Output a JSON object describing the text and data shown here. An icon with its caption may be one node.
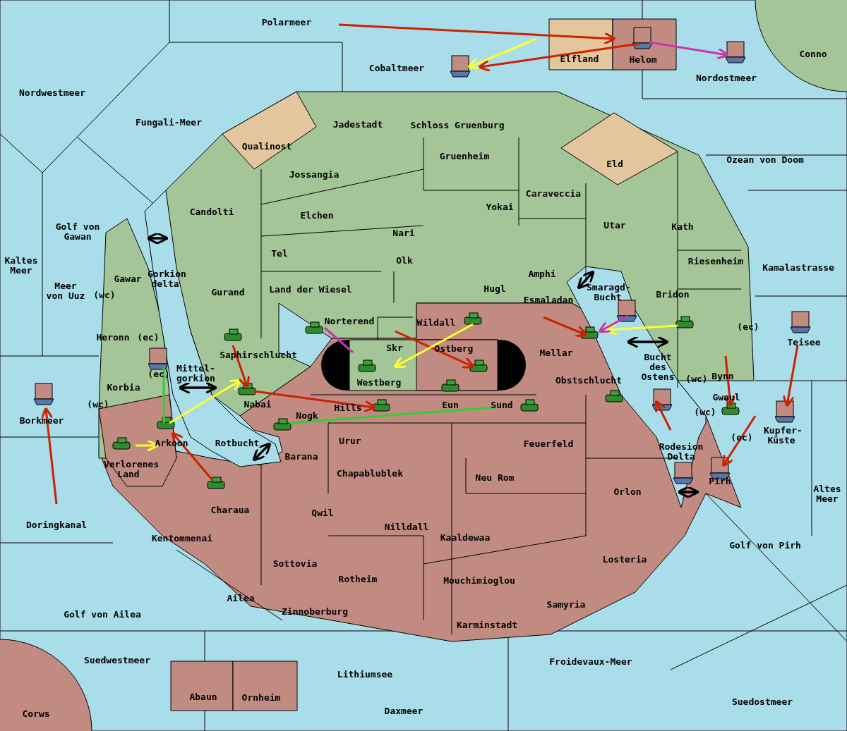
{
  "diagram": {
    "labels": [
      "Polarmeer",
      "Conno",
      "Elfland",
      "Helom",
      "Cobaltmeer",
      "Nordostmeer",
      "Nordwestmeer",
      "Fungali-Meer",
      "Jadestadt",
      "Schloss Gruenburg",
      "Qualinost",
      "Gruenheim",
      "Ozean von Doom",
      "Eld",
      "Jossangia",
      "Caraveccia",
      "Candolti",
      "Yokai",
      "Elchen",
      "Golf von Gawan",
      "Utar",
      "Kath",
      "Nari",
      "Tel",
      "Olk",
      "Kaltes Meer",
      "Riesenheim",
      "Kamalastrasse",
      "Gawar",
      "Gorkion delta",
      "Amphi",
      "Meer von Uuz",
      "(wc)",
      "Gurand",
      "Land der Wiesel",
      "Hugl",
      "Esmaladan",
      "Smaragd-Bucht",
      "Bridon",
      "Norterend",
      "Wildall",
      "(ec)",
      "Heronn",
      "(ec)",
      "Skr",
      "Ostberg",
      "Mellar",
      "Teisee",
      "(ec)",
      "Mittel-gorkion",
      "Saphirschlucht",
      "Westberg",
      "Obstschlucht",
      "Bucht des Ostens",
      "(wc)",
      "Bynn",
      "Korbia",
      "Nabai",
      "Eun",
      "Sund",
      "Gwaul",
      "(wc)",
      "Hills",
      "Nogk",
      "(wc)",
      "Borkmeer",
      "Kupfer-Küste",
      "Arkoon",
      "Rotbucht",
      "Urur",
      "Feuerfeld",
      "(ec)",
      "Rodesion Delta",
      "Verlorenes Land",
      "Barana",
      "Chapablublek",
      "Neu Rom",
      "Pirh",
      "Orlon",
      "Altes Meer",
      "Charaua",
      "Qwil",
      "Doringkanal",
      "Nilldall",
      "Kentommenai",
      "Kaaldewaa",
      "Golf von Pirh",
      "Losteria",
      "Sottovia",
      "Rotheim",
      "Mouchimioglou",
      "Ailea",
      "Samyria",
      "Zinnoberburg",
      "Karminstadt",
      "Golf von Ailea",
      "Suedwestmeer",
      "Froidevaux-Meer",
      "Lithiumsee",
      "Abaun",
      "Ornheim",
      "Suedostmeer",
      "Daxmeer",
      "Corws"
    ]
  }
}
